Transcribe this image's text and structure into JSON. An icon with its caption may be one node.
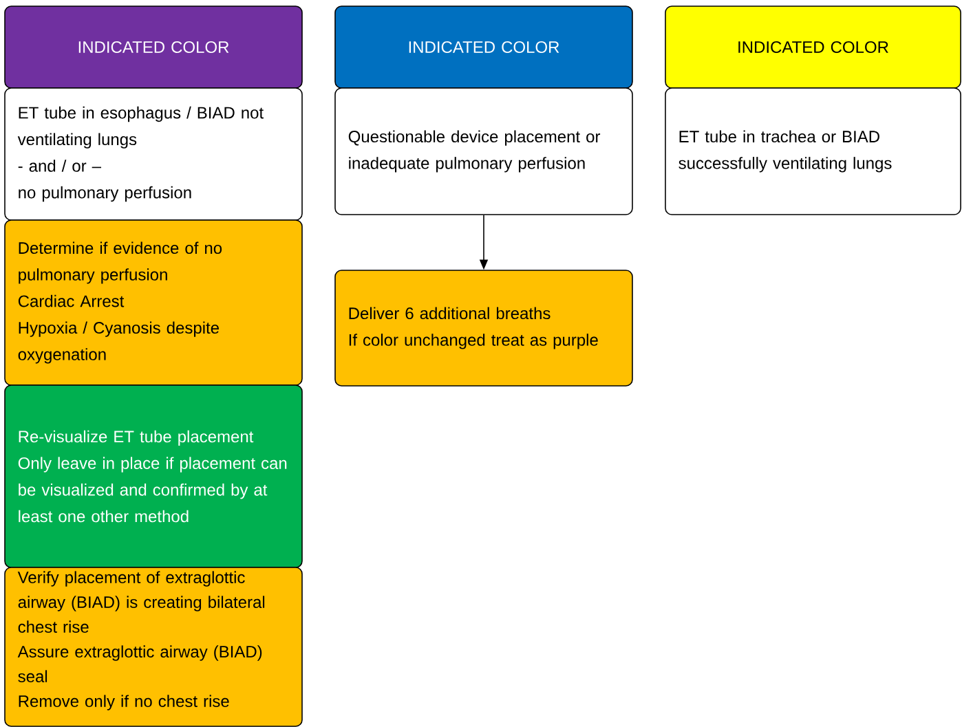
{
  "diagram": {
    "nodes": [
      {
        "text": [
          "INDICATED COLOR"
        ]
      },
      {
        "text": [
          "ET tube in esophagus / BIAD not ventilating lungs",
          "- and / or –",
          "no pulmonary perfusion"
        ]
      },
      {
        "text": [
          "Determine if evidence of no pulmonary perfusion",
          "Cardiac Arrest",
          "Hypoxia / Cyanosis despite oxygenation"
        ]
      },
      {
        "text": [
          "Re-visualize ET tube placement",
          "Only leave in place if placement can be visualized and confirmed by at least one other method"
        ]
      },
      {
        "text": [
          "Verify placement of extraglottic airway (BIAD) is creating bilateral chest rise",
          "Assure extraglottic airway (BIAD) seal",
          "Remove only if no chest rise"
        ]
      },
      {
        "text": [
          "INDICATED COLOR"
        ]
      },
      {
        "text": [
          "Questionable device placement or inadequate pulmonary perfusion"
        ]
      },
      {
        "text": [
          "Deliver 6 additional breaths",
          "If color unchanged treat as purple"
        ]
      },
      {
        "text": [
          "INDICATED COLOR"
        ]
      },
      {
        "text": [
          "ET tube in trachea or BIAD successfully ventilating lungs"
        ]
      }
    ],
    "edges": [
      {
        "from": 6,
        "to": 7,
        "arrow": "to"
      }
    ]
  }
}
